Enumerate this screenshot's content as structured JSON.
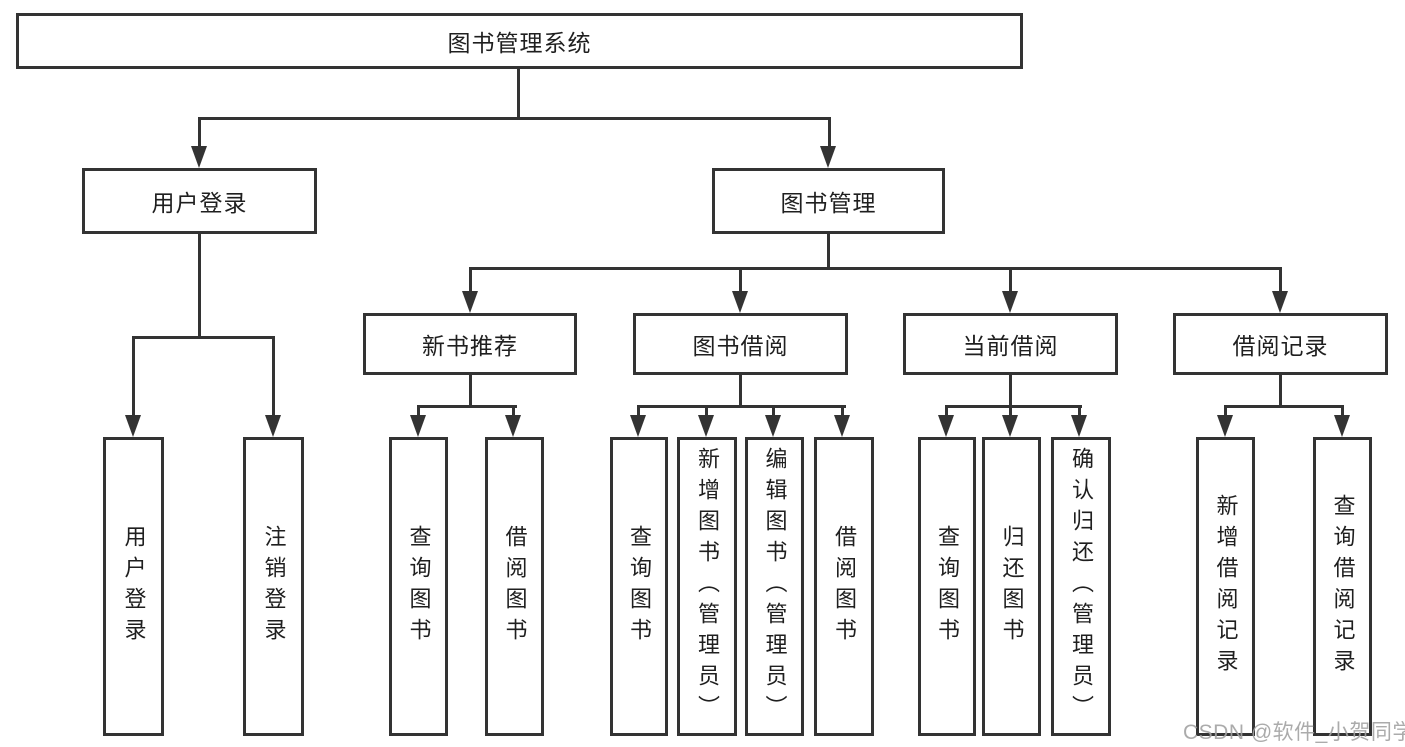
{
  "colors": {
    "line": "#333333",
    "box_border": "#333333",
    "box_fill": "#ffffff",
    "text": "#1f1f1f",
    "watermark": "#a3a3a3",
    "background": "#ffffff"
  },
  "tree": {
    "label": "图书管理系统",
    "children": [
      {
        "label": "用户登录",
        "children": [
          {
            "label": "用户登录"
          },
          {
            "label": "注销登录"
          }
        ]
      },
      {
        "label": "图书管理",
        "children": [
          {
            "label": "新书推荐",
            "children": [
              {
                "label": "查询图书"
              },
              {
                "label": "借阅图书"
              }
            ]
          },
          {
            "label": "图书借阅",
            "children": [
              {
                "label": "查询图书"
              },
              {
                "label": "新增图书（管理员）"
              },
              {
                "label": "编辑图书（管理员）"
              },
              {
                "label": "借阅图书"
              }
            ]
          },
          {
            "label": "当前借阅",
            "children": [
              {
                "label": "查询图书"
              },
              {
                "label": "归还图书"
              },
              {
                "label": "确认归还（管理员）"
              }
            ]
          },
          {
            "label": "借阅记录",
            "children": [
              {
                "label": "新增借阅记录"
              },
              {
                "label": "查询借阅记录"
              }
            ]
          }
        ]
      }
    ]
  },
  "watermark": {
    "text": "CSDN @软件_小贺同学"
  }
}
